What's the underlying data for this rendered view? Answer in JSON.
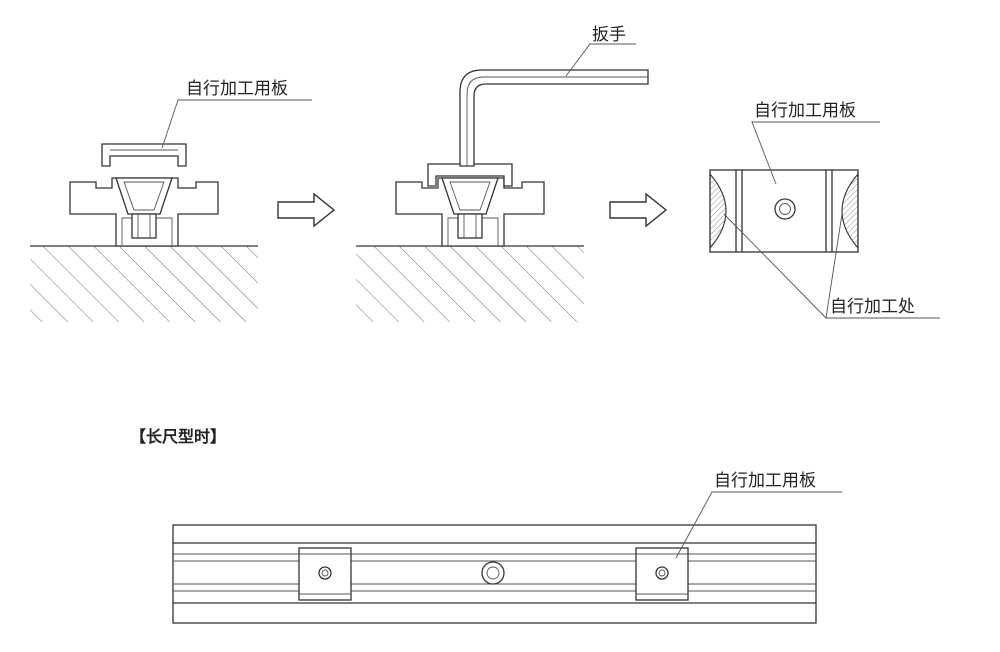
{
  "labels": {
    "plate_step1": "自行加工用板",
    "wrench": "扳手",
    "plate_step3": "自行加工用板",
    "machined_area": "自行加工处",
    "long_type_title": "【长尺型时】",
    "plate_long": "自行加工用板"
  },
  "colors": {
    "line": "#333333",
    "hatch": "#444444",
    "machined_fill": "#b5b5b5",
    "background": "#ffffff"
  }
}
